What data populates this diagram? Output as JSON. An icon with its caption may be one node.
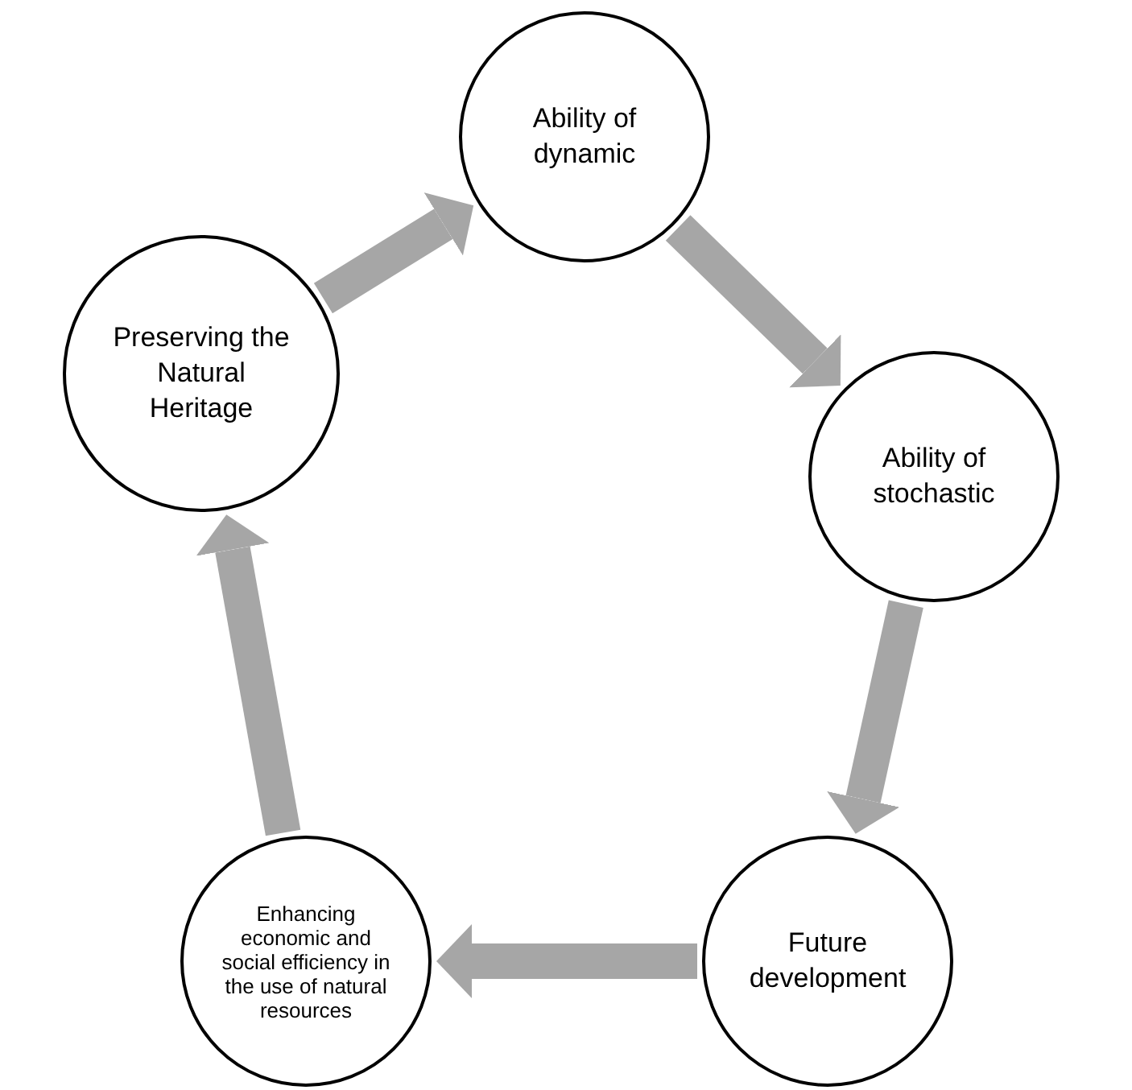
{
  "diagram": {
    "nodes": [
      {
        "text": [
          "Ability of dynamic"
        ]
      },
      {
        "text": [
          "Preserving the Natural Heritage"
        ]
      },
      {
        "text": [
          "Ability of stochastic"
        ]
      },
      {
        "text": [
          "Enhancing economic and social efficiency in the use of natural resources"
        ]
      },
      {
        "text": [
          "Future development"
        ]
      }
    ],
    "edges": [
      {
        "from": 1,
        "to": 0,
        "arrow": "to"
      },
      {
        "from": 0,
        "to": 2,
        "arrow": "to"
      },
      {
        "from": 2,
        "to": 4,
        "arrow": "to"
      },
      {
        "from": 4,
        "to": 3,
        "arrow": "to"
      },
      {
        "from": 3,
        "to": 1,
        "arrow": "to"
      }
    ]
  }
}
